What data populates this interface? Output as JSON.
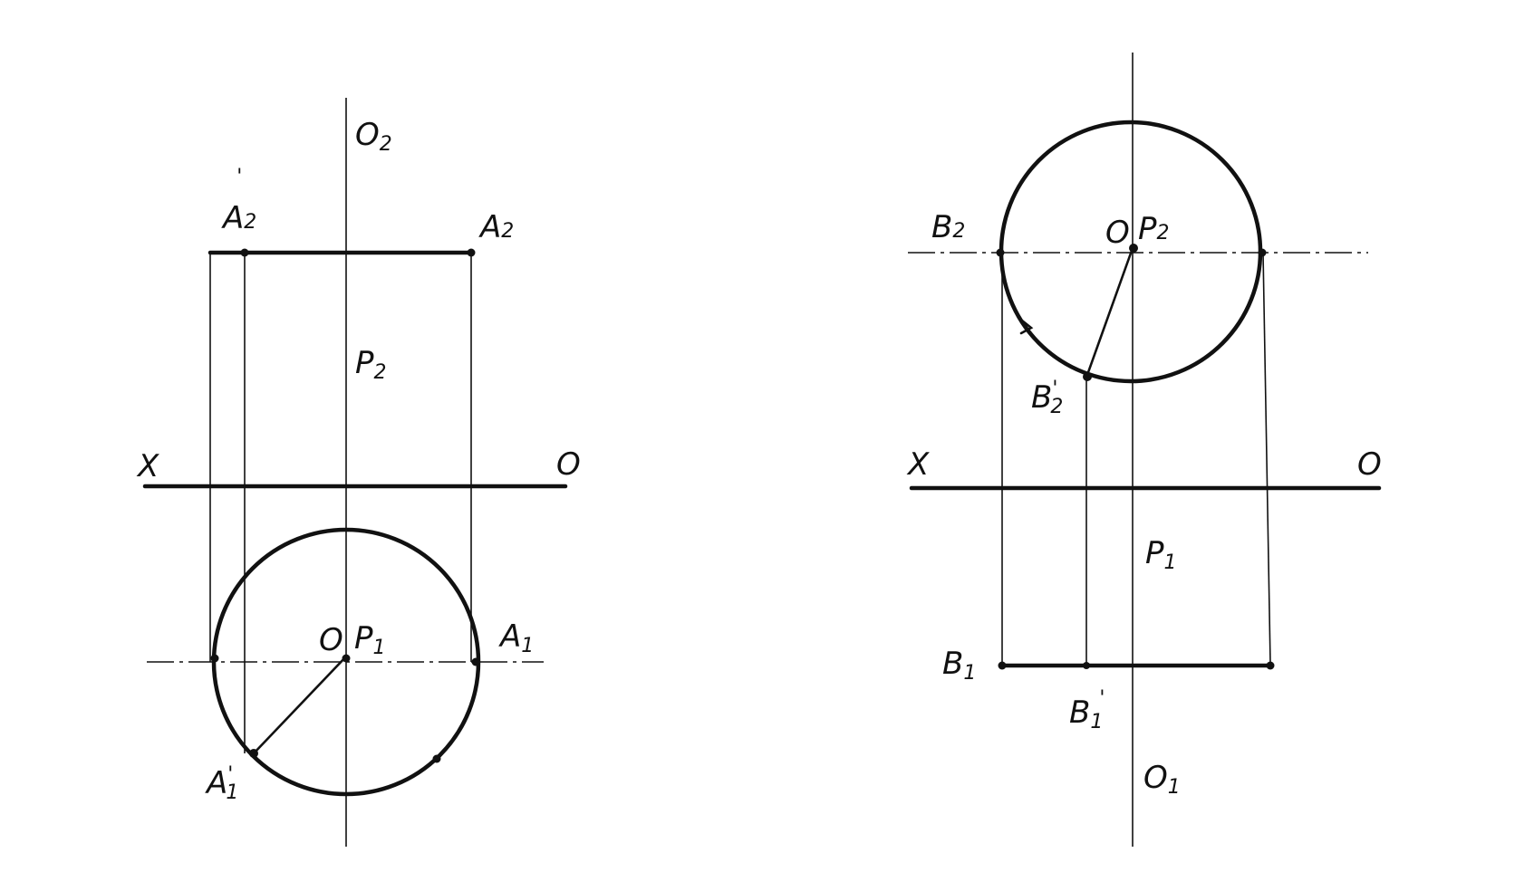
{
  "left": {
    "axis_top": {
      "main": "O",
      "sub": "2"
    },
    "a2_prime": {
      "main": "A",
      "sub": "2",
      "sup": "'"
    },
    "a2": {
      "main": "A",
      "sub": "2"
    },
    "p2": {
      "main": "P",
      "sub": "2"
    },
    "axis_x": "X",
    "axis_o": "O",
    "o_center": "O",
    "p1": {
      "main": "P",
      "sub": "1"
    },
    "a1": {
      "main": "A",
      "sub": "1"
    },
    "a1_prime": {
      "main": "A",
      "sub": "1",
      "sup": "'"
    }
  },
  "right": {
    "b2": {
      "main": "B",
      "sub": "2"
    },
    "o_center": "O",
    "p2": {
      "main": "P",
      "sub": "2"
    },
    "b2_prime": {
      "main": "B",
      "sub": "2",
      "sup": "'"
    },
    "axis_x": "X",
    "axis_o": "O",
    "p1": {
      "main": "P",
      "sub": "1"
    },
    "b1": {
      "main": "B",
      "sub": "1"
    },
    "b1_prime": {
      "main": "B",
      "sub": "1",
      "sup": "'"
    },
    "axis_bottom": {
      "main": "O",
      "sub": "1"
    }
  }
}
